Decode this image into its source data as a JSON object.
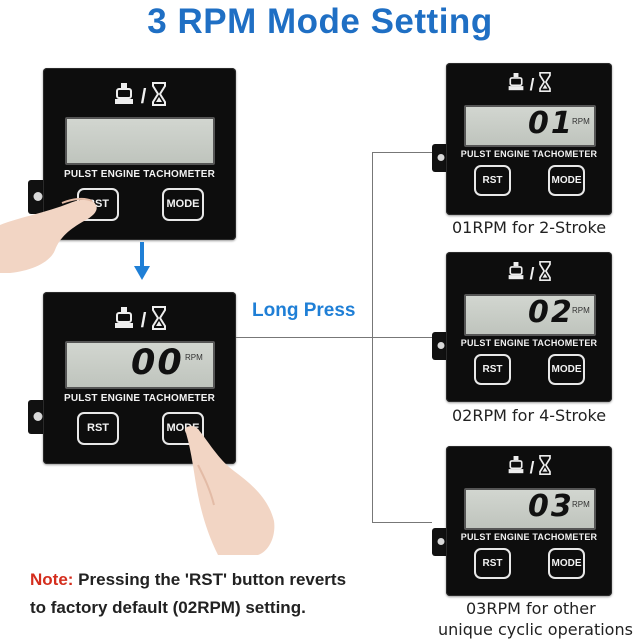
{
  "title": "3 RPM Mode Setting",
  "long_press": "Long Press",
  "device_label": "PULST ENGINE TACHOMETER",
  "buttons": {
    "reset": "RST",
    "mode": "MODE"
  },
  "icons": {
    "top": "engine-icon / hourglass-icon",
    "separator": "/"
  },
  "rpm_unit": "RPM",
  "displays": {
    "left_top": "",
    "left_bottom": "00",
    "right_1": "01",
    "right_2": "02",
    "right_3": "03"
  },
  "captions": {
    "mode1": "01RPM for 2-Stroke",
    "mode2": "02RPM for 4-Stroke",
    "mode3_line1": "03RPM for other",
    "mode3_line2": "unique cyclic operations"
  },
  "note": {
    "label": "Note:",
    "line1": " Pressing the 'RST' button reverts",
    "line2": "to factory default (02RPM) setting."
  },
  "colors": {
    "title": "#1f6fc4",
    "long_press": "#1f7fd6",
    "note_label": "#d42d1d",
    "arrow": "#1f7fd6"
  }
}
